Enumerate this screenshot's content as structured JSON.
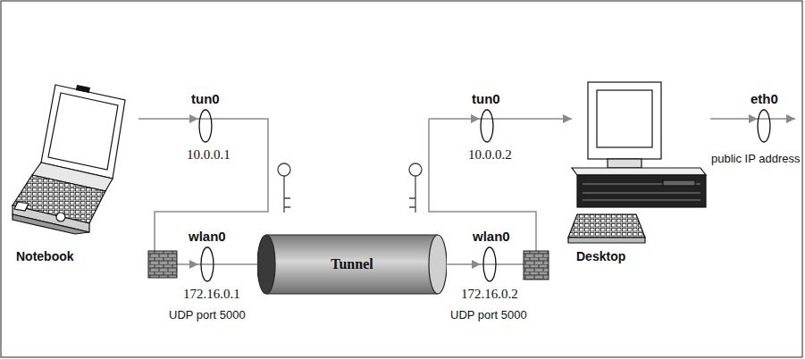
{
  "diagram": {
    "nodes": [
      {
        "text": [
          "Notebook"
        ]
      },
      {
        "text": [
          "Tunnel"
        ]
      },
      {
        "text": [
          "Desktop"
        ]
      }
    ],
    "labels": [
      "tun0",
      "10.0.0.1",
      "wlan0",
      "172.16.0.1",
      "UDP port 5000",
      "tun0",
      "10.0.0.2",
      "wlan0",
      "172.16.0.2",
      "UDP port 5000",
      "eth0",
      "public IP address"
    ]
  }
}
